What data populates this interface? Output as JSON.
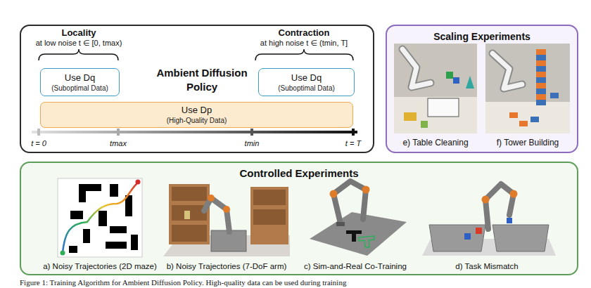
{
  "diagram": {
    "caption": "Figure 1: Training Algorithm for Ambient Diffusion Policy. High-quality data can be used during training",
    "nodes": [
      {
        "text": [
          "Ambient Diffusion Policy"
        ]
      },
      {
        "text": [
          "Use Dq",
          "(Suboptimal Data)"
        ],
        "in": 0
      },
      {
        "text": [
          "Use Dq",
          "(Suboptimal Data)"
        ],
        "in": 0
      },
      {
        "text": [
          "Use Dp",
          "(High-Quality Data)"
        ],
        "in": 0
      },
      {
        "text": [
          "Scaling Experiments"
        ]
      },
      {
        "text": [
          "Controlled Experiments"
        ]
      }
    ],
    "labels": [
      "Locality",
      "at low noise t ∈ [0, tmax)",
      "Contraction",
      "at high noise t ∈ (tmin, T]",
      "t = 0",
      "tmax",
      "tmin",
      "t = T",
      "e) Table Cleaning",
      "f) Tower Building",
      "a) Noisy Trajectories (2D maze)",
      "b) Noisy Trajectories (7-DoF arm)",
      "c) Sim-and-Real Co-Training",
      "d) Task Mismatch"
    ]
  }
}
